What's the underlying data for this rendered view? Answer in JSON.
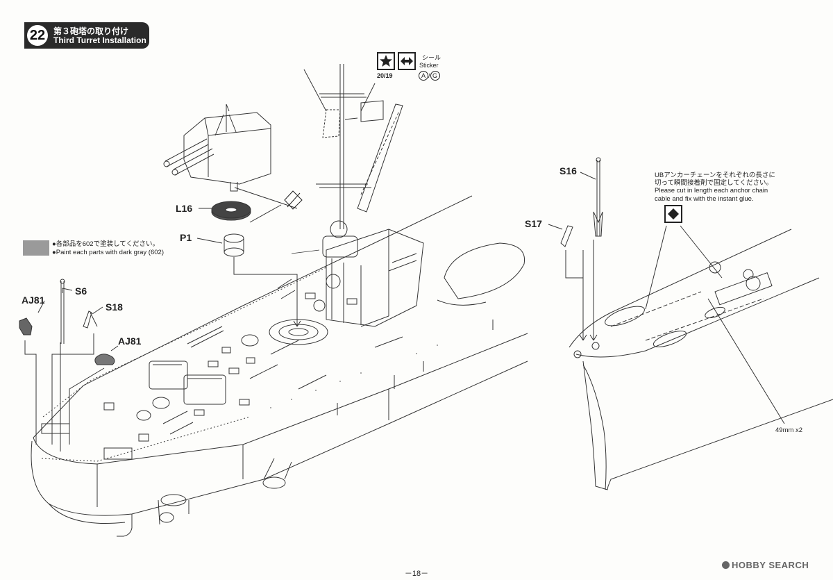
{
  "step": {
    "number": "22",
    "title_jp": "第３砲塔の取り付け",
    "title_en": "Third Turret Installation"
  },
  "sticker": {
    "ratio": "20/19",
    "label_jp": "シール",
    "label_en": "Sticker",
    "ref_a": "A",
    "ref_g": "G"
  },
  "paint": {
    "note_jp": "●各部品を602で塗装してください。",
    "note_en": "●Paint each parts with dark gray (602)",
    "color": "#9a9a9a"
  },
  "parts": {
    "l16": "L16",
    "p1": "P1",
    "aj81_left": "AJ81",
    "s6": "S6",
    "s18": "S18",
    "aj81_mid": "AJ81",
    "s16": "S16",
    "s17": "S17"
  },
  "anchor_note": {
    "jp_line1": "UBアンカーチェーンをそれぞれの長さに",
    "jp_line2": "切って瞬間接着剤で固定してください。",
    "en_line1": "Please cut in length each anchor chain",
    "en_line2": "cable and fix with the instant glue."
  },
  "measurement": "49mm x2",
  "page_number": "－18－",
  "watermark": "HOBBY SEARCH"
}
